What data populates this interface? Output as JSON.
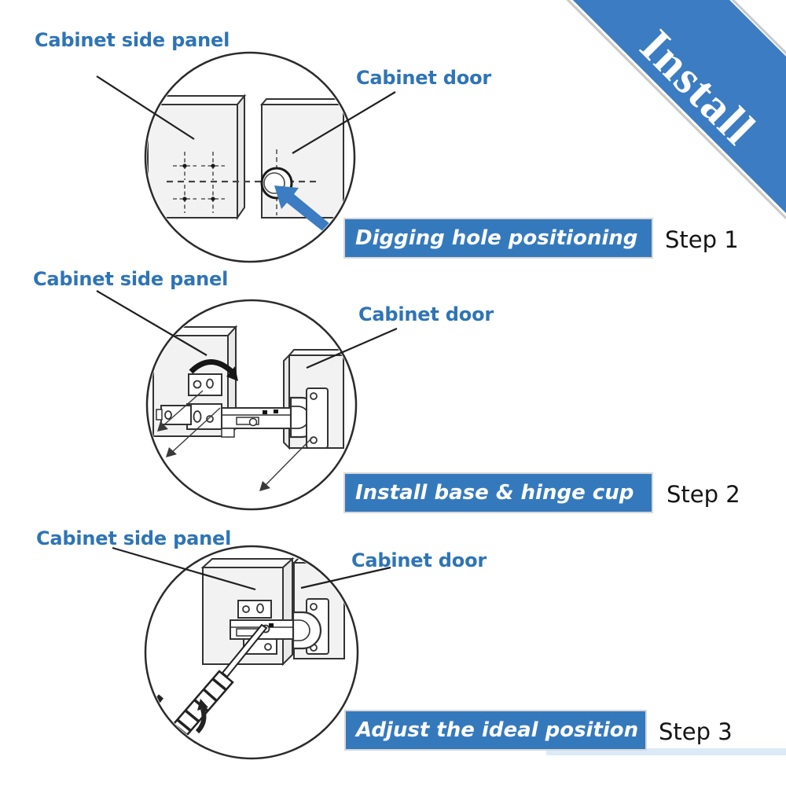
{
  "ribbon": {
    "label": "Install"
  },
  "steps": [
    {
      "side_panel_label": "Cabinet side panel",
      "door_label": "Cabinet door",
      "banner_label": "Digging hole positioning",
      "step_label": "Step 1"
    },
    {
      "side_panel_label": "Cabinet side panel",
      "door_label": "Cabinet door",
      "banner_label": "Install base & hinge cup",
      "step_label": "Step 2"
    },
    {
      "side_panel_label": "Cabinet side panel",
      "door_label": "Cabinet door",
      "banner_label": "Adjust the ideal position",
      "step_label": "Step 3"
    }
  ],
  "colors": {
    "ribbon_blue": "#3b7cc2",
    "banner_blue": "#3579bd",
    "label_blue": "#2e74b6",
    "arrow_blue": "#3b7cc2",
    "step_text": "#141414"
  }
}
